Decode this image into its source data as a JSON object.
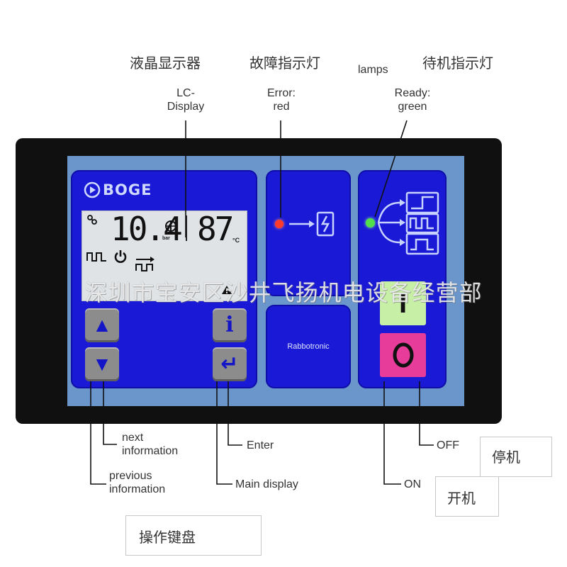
{
  "top_labels": {
    "lcd_cn": "液晶显示器",
    "error_cn": "故障指示灯",
    "lamps": "lamps",
    "ready_cn": "待机指示灯",
    "lcd_en_line1": "LC-",
    "lcd_en_line2": "Display",
    "error_en_line1": "Error:",
    "error_en_line2": "red",
    "ready_en_line1": "Ready:",
    "ready_en_line2": "green"
  },
  "device": {
    "brand": "BOGE",
    "controller_name": "Rabbotronic",
    "lcd": {
      "main_value": "10.4",
      "pressure_unit": "bar",
      "temp_value": "87",
      "temp_unit": "°C"
    },
    "keys": {
      "up": "▲",
      "down": "▼",
      "info": "i",
      "enter": "↵",
      "on": "I"
    }
  },
  "bottom_labels": {
    "next_line1": "next",
    "next_line2": "information",
    "previous_line1": "previous",
    "previous_line2": "information",
    "enter": "Enter",
    "main_display": "Main display",
    "off": "OFF",
    "on": "ON",
    "stop_cn": "停机",
    "start_cn": "开机",
    "keypad_cn": "操作键盘"
  },
  "watermark": "深圳市宝安区沙井飞扬机电设备经营部",
  "colors": {
    "bezel": "#101010",
    "faceplate": "#6b96cc",
    "panel": "#1a1ad6",
    "lcd": "#dfe3e6",
    "key": "#8c8c8c",
    "on_key": "#c7f0a6",
    "off_key": "#e83c9a",
    "error_lamp": "#ff3a2a",
    "ready_lamp": "#52e04a"
  }
}
